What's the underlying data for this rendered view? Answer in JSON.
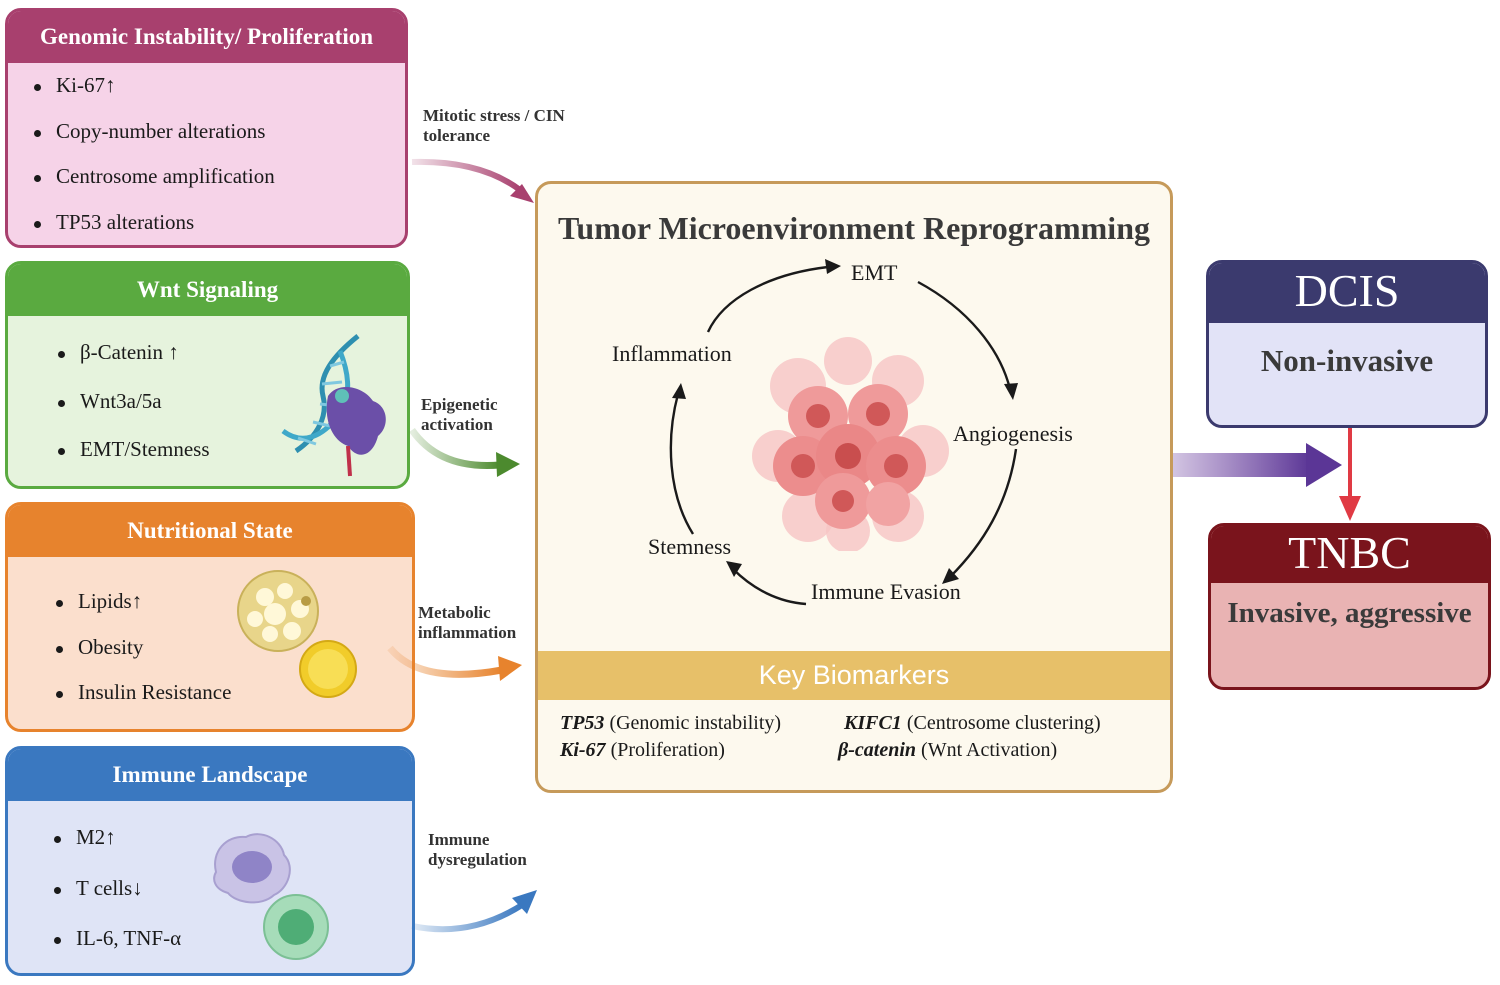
{
  "colors": {
    "genomic": "#a8406e",
    "genomic_bg": "#f6d3e8",
    "wnt": "#5aaa40",
    "wnt_bg": "#e6f3dd",
    "nutrition": "#e7832d",
    "nutrition_bg": "#fbdfcd",
    "immune": "#3a78c0",
    "immune_bg": "#dfe4f6",
    "tme_border": "#c69a5a",
    "tme_bg": "#fdf9ee",
    "biomarker_bar": "#e7c069",
    "dcis": "#3b3a6e",
    "dcis_bg": "#e2e3f7",
    "tnbc": "#7a141c",
    "tnbc_bg": "#e9b3b3"
  },
  "panels": {
    "genomic": {
      "title": "Genomic Instability/ Proliferation",
      "items": [
        "Ki-67↑",
        "Copy-number alterations",
        "Centrosome amplification",
        "TP53 alterations"
      ]
    },
    "wnt": {
      "title": "Wnt Signaling",
      "items": [
        "β-Catenin ↑",
        "Wnt3a/5a",
        "EMT/Stemness"
      ],
      "icon": "dna-icon"
    },
    "nutrition": {
      "title": "Nutritional State",
      "items": [
        "Lipids↑",
        "Obesity",
        "Insulin Resistance"
      ],
      "icon": "adipocyte-icon"
    },
    "immune": {
      "title": "Immune Landscape",
      "items": [
        "M2↑",
        "T cells↓",
        "IL-6, TNF-α"
      ],
      "icon": "immune-cell-icon"
    }
  },
  "flows": {
    "genomic": [
      "Mitotic stress / CIN",
      "tolerance"
    ],
    "wnt": [
      "Epigenetic",
      "activation"
    ],
    "nutrition": [
      "Metabolic",
      "inflammation"
    ],
    "immune": [
      "Immune",
      "dysregulation"
    ]
  },
  "tme": {
    "title": "Tumor Microenvironment Reprogramming",
    "cycle": [
      "EMT",
      "Angiogenesis",
      "Immune Evasion",
      "Stemness",
      "Inflammation"
    ],
    "center_icon": "tumor-cells-icon",
    "biomarkers_title": "Key Biomarkers",
    "biomarkers": [
      {
        "gene": "TP53",
        "desc": "(Genomic instability)"
      },
      {
        "gene": "KIFC1",
        "desc": "(Centrosome clustering)"
      },
      {
        "gene": "Ki-67",
        "desc": "(Proliferation)"
      },
      {
        "gene": "β-catenin",
        "desc": "(Wnt Activation)"
      }
    ]
  },
  "outcomes": {
    "dcis": {
      "title": "DCIS",
      "desc": "Non-invasive"
    },
    "tnbc": {
      "title": "TNBC",
      "desc": "Invasive, aggressive"
    }
  }
}
